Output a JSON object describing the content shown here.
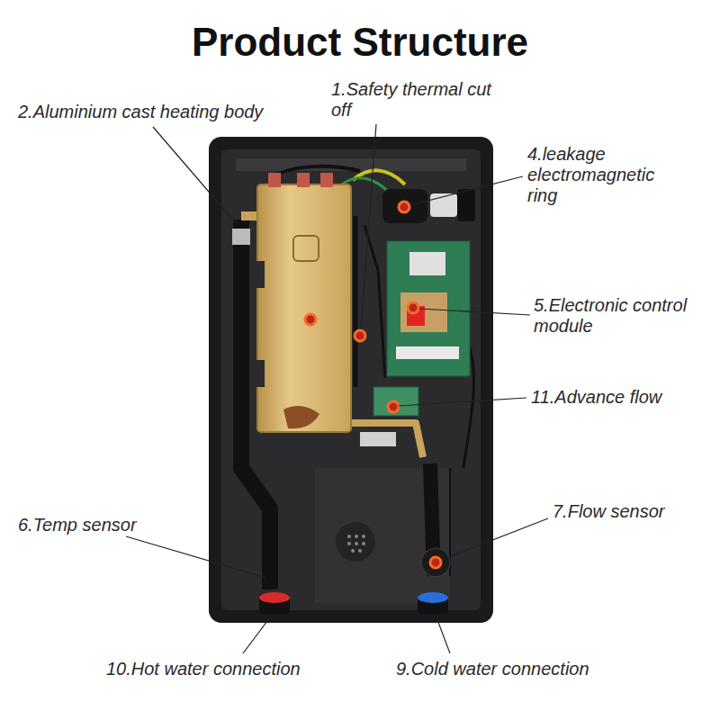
{
  "diagram": {
    "title": "Product Structure",
    "labels": [
      "1.Safety thermal cut off",
      "2.Aluminium cast heating body",
      "4.leakage electromagnetic ring",
      "5.Electronic control module",
      "11.Advance flow",
      "7.Flow sensor",
      "6.Temp sensor",
      "10.Hot water connection",
      "9.Cold water connection"
    ]
  }
}
